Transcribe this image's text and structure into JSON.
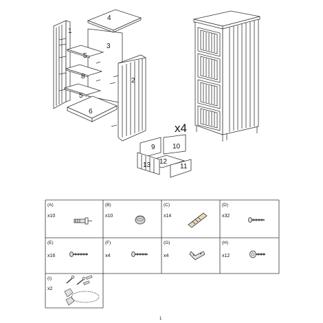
{
  "diagram": {
    "labels": {
      "p1": "1",
      "p2": "2",
      "p3": "3",
      "p4": "4",
      "p5a": "5",
      "p5b": "5",
      "p6": "6",
      "p8": "8",
      "p9": "9",
      "p10": "10",
      "p11": "11",
      "p12": "12",
      "p13": "13"
    },
    "drawer_multiplier": "x4"
  },
  "hardware": [
    {
      "id": "(A)",
      "qty": "x10",
      "icon": "cam-bolt-icon"
    },
    {
      "id": "(B)",
      "qty": "x10",
      "icon": "cam-lock-icon"
    },
    {
      "id": "(C)",
      "qty": "x14",
      "icon": "wooden-dowel-icon"
    },
    {
      "id": "(D)",
      "qty": "x32",
      "icon": "short-screw-icon"
    },
    {
      "id": "(E)",
      "qty": "x16",
      "icon": "long-screw-icon"
    },
    {
      "id": "(F)",
      "qty": "x4",
      "icon": "screw-icon"
    },
    {
      "id": "(G)",
      "qty": "x4",
      "icon": "bracket-icon"
    },
    {
      "id": "(H)",
      "qty": "x12",
      "icon": "washer-screw-icon"
    },
    {
      "id": "(I)",
      "qty": "x2",
      "icon": "wall-anchor-kit-icon"
    }
  ],
  "page_number": "1"
}
